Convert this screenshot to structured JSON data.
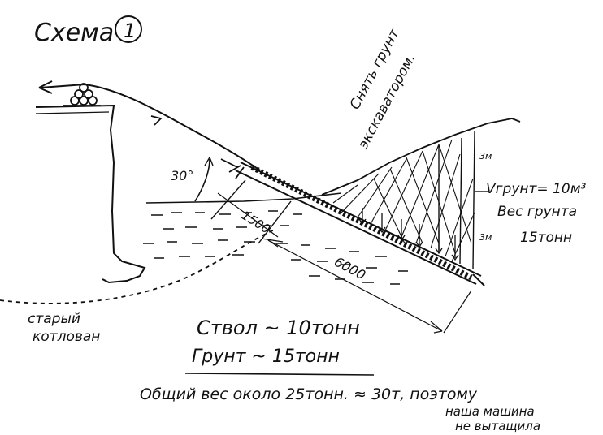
{
  "title": "Схема",
  "title_number": "1",
  "labels": {
    "angle": "30°",
    "len_1500": "1500",
    "len_6000": "6000",
    "dig_line1": "Снять грунт",
    "dig_line2": "экскаватором.",
    "height_top": "3м",
    "height_bottom": "3м",
    "volume": "Vгрунт= 10м³",
    "weight_line1": "Вес грунта",
    "weight_line2": "15тонн",
    "old_pit_line1": "старый",
    "old_pit_line2": "котлован",
    "trunk": "Ствол ~ 10тонн",
    "soil": "Грунт ~ 15тонн",
    "total": "Общий вес около 25тонн. ≈ 30т, поэтому",
    "note_line1": "наша машина",
    "note_line2": "не вытащила"
  }
}
